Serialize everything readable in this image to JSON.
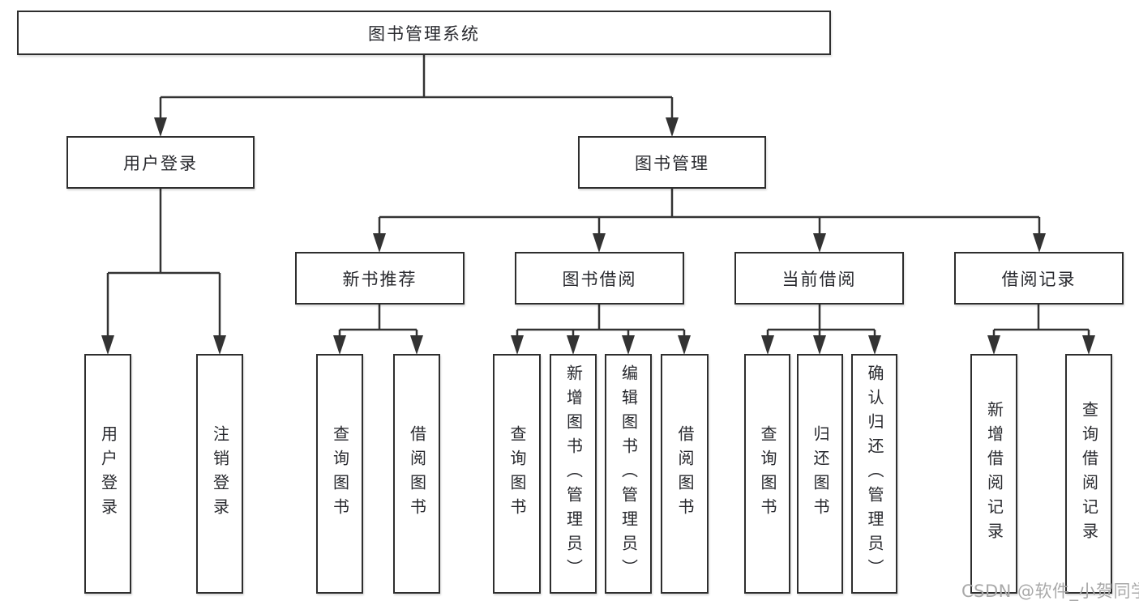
{
  "nodes": {
    "root": {
      "label": "图书管理系统"
    },
    "user_login": {
      "label": "用户登录"
    },
    "book_management": {
      "label": "图书管理"
    },
    "new_book_recommend": {
      "label": "新书推荐"
    },
    "book_borrowing": {
      "label": "图书借阅"
    },
    "current_borrowing": {
      "label": "当前借阅"
    },
    "borrowing_records": {
      "label": "借阅记录"
    },
    "leaf_user_login": {
      "label": "用户登录"
    },
    "leaf_logout": {
      "label": "注销登录"
    },
    "leaf_query_books_rec": {
      "label": "查询图书"
    },
    "leaf_borrow_books_rec": {
      "label": "借阅图书"
    },
    "leaf_query_books_borrow": {
      "label": "查询图书"
    },
    "leaf_add_books_admin": {
      "label": "新增图书（管理员）"
    },
    "leaf_edit_books_admin": {
      "label": "编辑图书（管理员）"
    },
    "leaf_borrow_books_borrow": {
      "label": "借阅图书"
    },
    "leaf_query_books_current": {
      "label": "查询图书"
    },
    "leaf_return_books": {
      "label": "归还图书"
    },
    "leaf_confirm_return_admin": {
      "label": "确认归还（管理员）"
    },
    "leaf_add_borrow_record": {
      "label": "新增借阅记录"
    },
    "leaf_query_borrow_record": {
      "label": "查询借阅记录"
    }
  },
  "hierarchy": {
    "图书管理系统": {
      "用户登录": [
        "用户登录",
        "注销登录"
      ],
      "图书管理": {
        "新书推荐": [
          "查询图书",
          "借阅图书"
        ],
        "图书借阅": [
          "查询图书",
          "新增图书（管理员）",
          "编辑图书（管理员）",
          "借阅图书"
        ],
        "当前借阅": [
          "查询图书",
          "归还图书",
          "确认归还（管理员）"
        ],
        "借阅记录": [
          "新增借阅记录",
          "查询借阅记录"
        ]
      }
    }
  },
  "watermark": {
    "text": "CSDN @软件_小贺同学"
  },
  "colors": {
    "line": "#333333",
    "box_border": "#2e2e2e",
    "text": "#28292e",
    "watermark": "#a9a9a9",
    "background": "#ffffff"
  }
}
